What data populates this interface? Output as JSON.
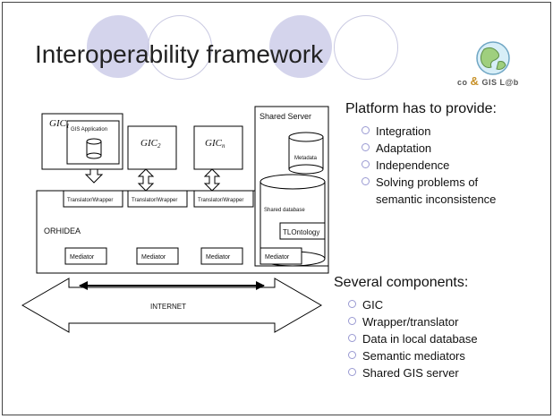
{
  "slide": {
    "title": "Interoperability framework",
    "logo_text": "co & GIS L@b",
    "logo_left": "co",
    "logo_amp": "&",
    "logo_right": "GIS L@b"
  },
  "diagram": {
    "gic1": "GIC",
    "gic1_sub": "1",
    "gic_app": "GIS Application",
    "gic2": "GIC",
    "gic2_sub": "2",
    "gicn": "GIC",
    "gicn_sub": "n",
    "translator": "Translator/Wrapper",
    "shared_server": "Shared Server",
    "metadata": "Metadata",
    "shared_db": "Shared database",
    "tlontology": "TLOntology",
    "orhidea": "ORHIDEA",
    "mediator": "Mediator",
    "internet": "INTERNET"
  },
  "platform": {
    "heading": "Platform has to provide:",
    "items": [
      "Integration",
      "Adaptation",
      "Independence",
      "Solving problems of",
      "semantic inconsistence"
    ]
  },
  "components": {
    "heading": "Several components:",
    "items": [
      "GIC",
      "Wrapper/translator",
      "Data in local database",
      "Semantic mediators",
      "Shared GIS server"
    ]
  },
  "colors": {
    "circle_fill": "#d4d4ec",
    "circle_line": "#c9c9e2",
    "bullet": "#9a9ad2"
  }
}
